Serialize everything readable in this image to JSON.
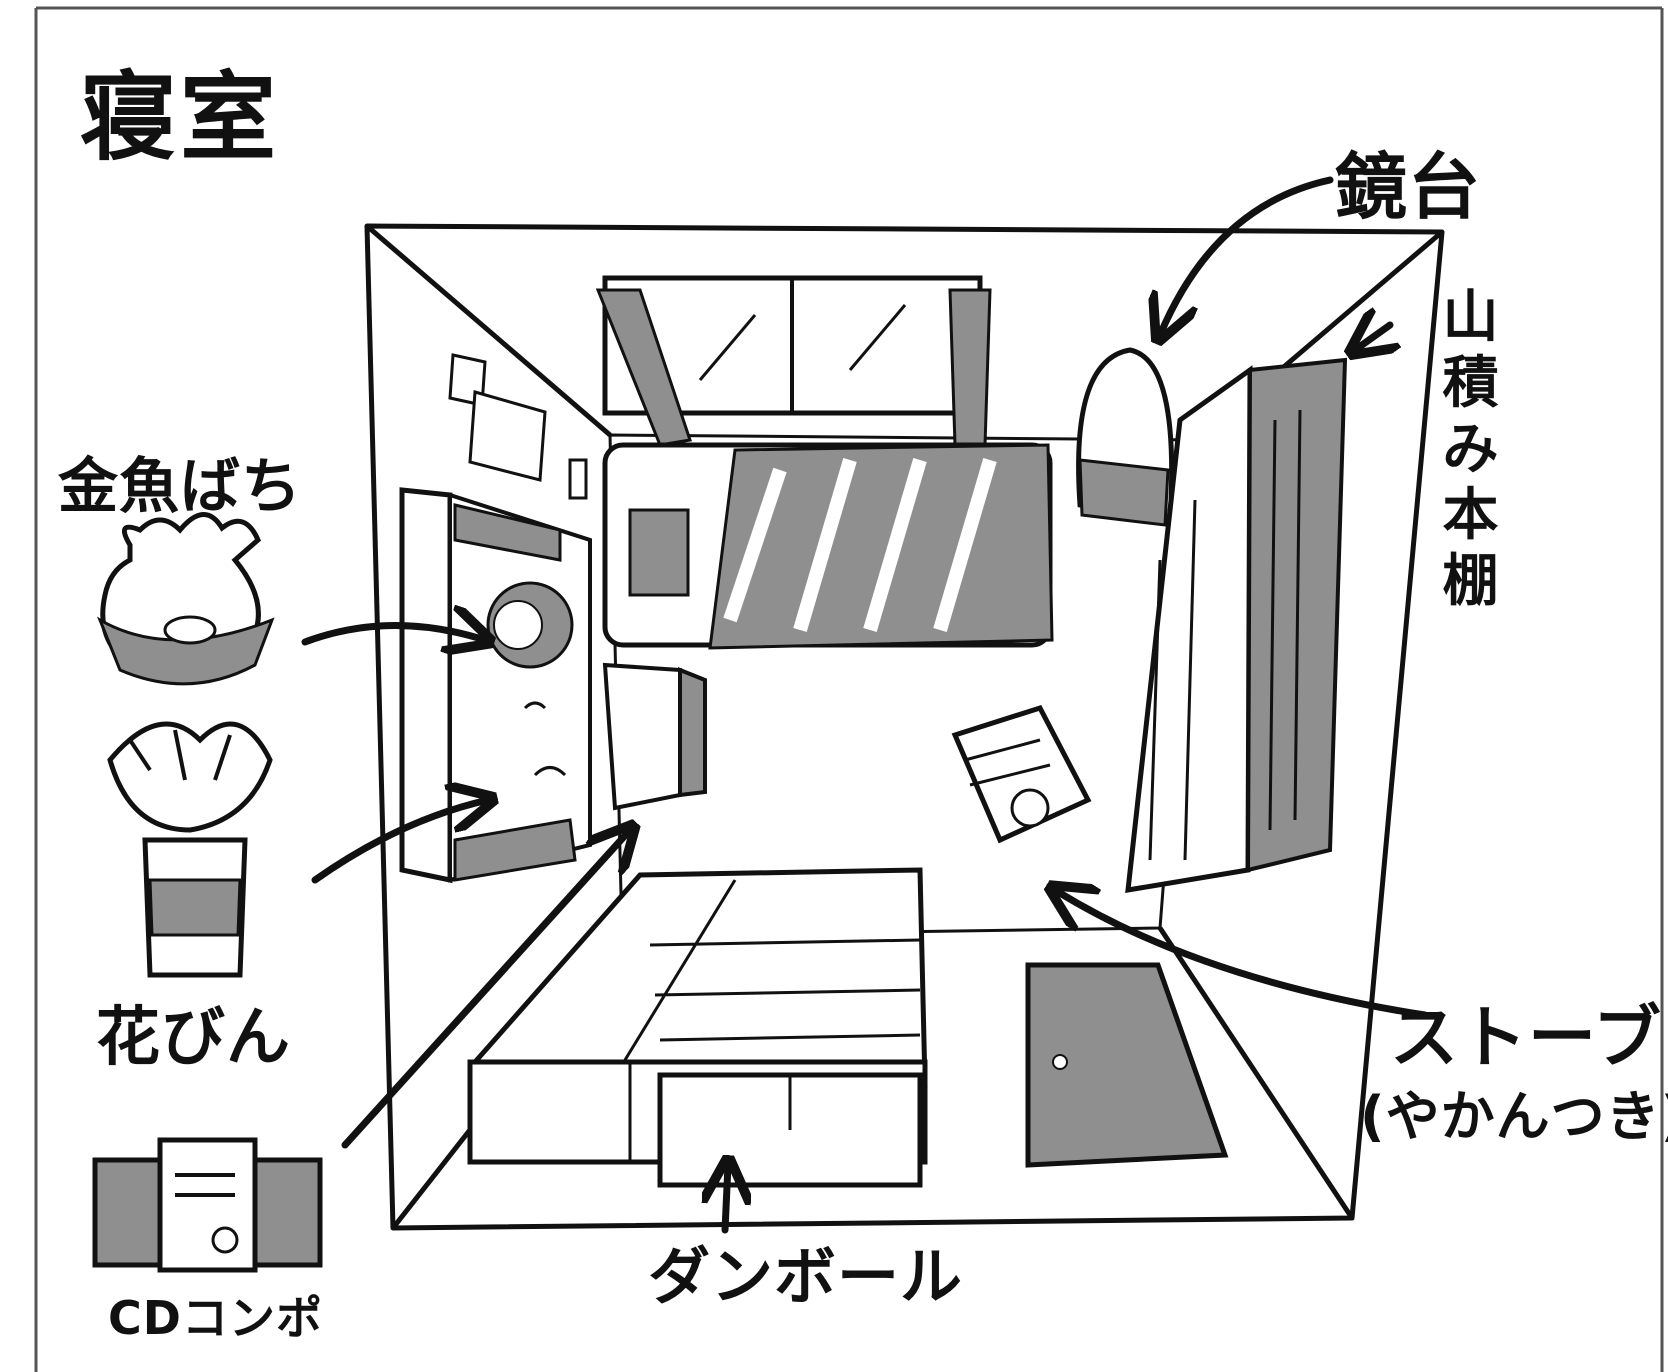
{
  "title": "寝室",
  "labels": {
    "mirror": "鏡台",
    "bookshelf": "山積み本棚",
    "fishbowl": "金魚ばち",
    "vase": "花びん",
    "stove": "ストーブ",
    "stove_note": "(やかんつき)",
    "cardboard": "ダンボール",
    "cd_player": "CDコンポ"
  },
  "colors": {
    "ink": "#111111",
    "shade": "#8f8f8f",
    "paper": "#ffffff"
  }
}
